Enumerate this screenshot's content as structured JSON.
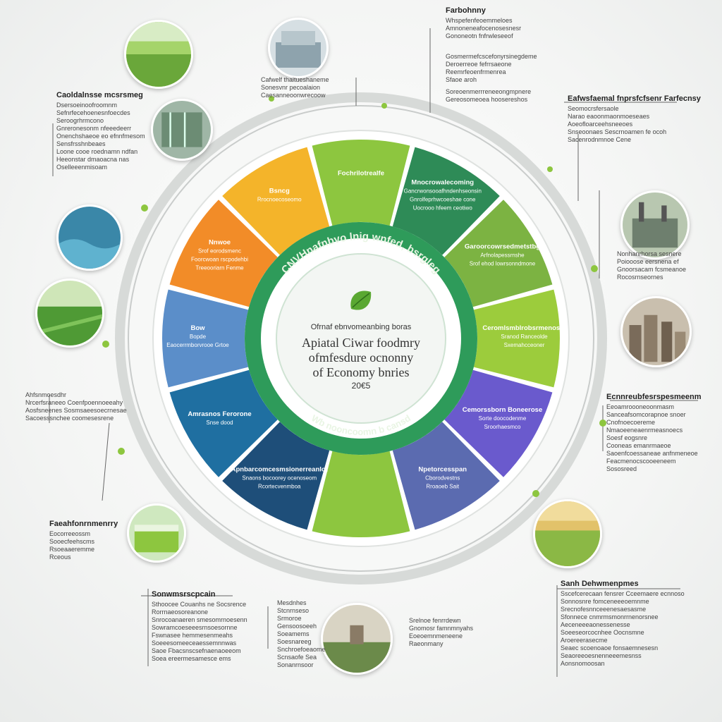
{
  "center": {
    "kicker": "Ofrnaf ebnvomeanbing boras",
    "title_lines": [
      "Apiatal Ciwar foodmry",
      "ofmfesdure ocnonny",
      "of Economy bnries"
    ],
    "year": "20€5",
    "ring_text_top": "CNVHnafnbvo lnig wnfed, bsrgleg",
    "ring_text_bottom": "Wb nooncoomn b cansd"
  },
  "segments": [
    {
      "color": "#8dc63f",
      "label": "Fochrilotrealfe",
      "sub": []
    },
    {
      "color": "#2e8b57",
      "label": "Mnocrowalecoming",
      "sub": [
        "Gancrwonsooafhndenhseonsinag",
        "Gnrolfeprhwcoeshae cone",
        "Uocrooo hfeem ceotiwo"
      ]
    },
    {
      "color": "#7cb342",
      "label": "Garoorcowrsedmetstbg",
      "sub": [
        "Arfnolapessrnshe",
        "Srof ehod lowrsonndmone"
      ]
    },
    {
      "color": "#9ccc3c",
      "label": "Ceromlsmblrobsrmenoslg",
      "sub": [
        "Sranod Ranceolde",
        "Sxemahcceoner"
      ]
    },
    {
      "color": "#6a5acd",
      "label": "Cemorssborn Boneerose",
      "sub": [
        "Sorte doocodenme",
        "Sroorhaesmco"
      ]
    },
    {
      "color": "#5b6bb0",
      "label": "Npetorcesspan",
      "sub": [
        "Cborodvestns",
        "Rroaoeb Sait"
      ]
    },
    {
      "color": "#8dc63f",
      "label": "",
      "sub": []
    },
    {
      "color": "#1e4e79",
      "label": "Apnbarcomcesmsionerreanlot",
      "sub": [
        "Snaons bocoorey ocenoseom",
        "Rcortecvenmboa"
      ]
    },
    {
      "color": "#1f6fa1",
      "label": "Amrasnos Ferorone",
      "sub": [
        "Snse dood"
      ]
    },
    {
      "color": "#5b8ec9",
      "label": "Bow",
      "sub": [
        "Bopde",
        "Eaocerrmborvrooe Grtoe"
      ]
    },
    {
      "color": "#f28c28",
      "label": "Nnwoe",
      "sub": [
        "Srof eorodsmenc",
        "Foorcwoan rscpodehbi",
        "Treeooriarn Fenme"
      ]
    },
    {
      "color": "#f4b42a",
      "label": "Bsncg",
      "sub": [
        "Rrocnoecoseomo"
      ]
    }
  ],
  "callouts": {
    "top_title": "Farbohnny",
    "top_lines": [
      "Whspefenfeoemmeloes",
      "Amnoneneafocenosesnesr",
      "Gononeotn fnfrwleseeof"
    ],
    "top2_lines": [
      "Gosmermefcscefonyrsinegdeme",
      "Deroerreoe fefrrsaeone",
      "Reemrfeoenfrmenrea",
      "Sfaoe aroh"
    ],
    "top3_lines": [
      "Soreoenmerrreneeongmpnere",
      "Gereosomeoea hoosereshos"
    ],
    "upper_mid": [
      "Cafwelf thaitueshaneme",
      "Sonesvnr pecoalaion",
      "Caesanneoonwrecoow"
    ],
    "left1_title": "Caoldalnsse mcsrsmeg",
    "left1_lines": [
      "Dsersoeinoofroomnm",
      "Sefnrfecehoenesnfoecdes",
      "Seroogrhrmcono",
      "Gnreronesonm nfeeedeerr",
      "Onenchshaeoe eo efnnfmesom",
      "Sensfrsshnbeaes",
      "Loone cooe roednamn ndfan",
      "Heeonstar dmaoacna nas",
      "Oselleeenmisoam"
    ],
    "left2_lines": [
      "Ahfsnmoesdhr",
      "Nrcerfsraneeo Coenfpoennoeeahy",
      "Aosfsneenes Sosmsaeesoecrnesae",
      "Sacoesssnchee coomesesrene"
    ],
    "left3_title": "Faeahfonrnmenrry",
    "left3_lines": [
      "Eocorreeossm",
      "Sooecfeehscms",
      "Rsoeaaeremme",
      "Rceous"
    ],
    "right1_title": "Eafwsfaemal fnprsfcfsenr Farfecnsy",
    "right1_lines": [
      "Seomocrsfersaole",
      "Narao eaoonmaonmoeseaes",
      "Aoeofloarceehsneeoes",
      "Snseoonaes Sescrnoamen fe ocoh",
      "Sacenrodnmnoe Cene"
    ],
    "right2_lines": [
      "Nonhanrhorsa sesnere",
      "Poiooose eersnena ef",
      "Gnoorsacam fcsmeanoe",
      "Rocosrnseornes"
    ],
    "right3_title": "Ecnnreubfesrspesmeenm",
    "right3_lines": [
      "Eeoamroooneoonmasm",
      "Sanceafsomcorapnoe snoer",
      "Cnofnoecoereme",
      "Nmaoeeneaenrmeasnoecs",
      "Soesf eogsnre",
      "Cooneas emanrmaeoe",
      "Saoenfcoessaneae anfnmeneoe",
      "Feacmenocscooeeneem",
      "Sososreed"
    ],
    "right4_title": "Sanh Dehwmenpmes",
    "right4_lines": [
      "Sscefcerecaan fensrer Cceemaere ecnnoso",
      "Sonnosnre fomceneeeoemnme",
      "Srecnofesnnceeenesaesasme",
      "Sfonnece cnmrmsmonrrnenorsnee",
      "Aeceneeeaonessenesse",
      "Soeeseorcocnhee Oocnsmne",
      "Aroereerasecme",
      "Seaec scoenoaoe fonsaemnesesn",
      "Seaoreeoesnenneeemesnss",
      "Aonsnomoosan"
    ],
    "bottom_left_title": "Sonwmsrscpcain",
    "bottom_left_lines": [
      "Sthoocee Couanhs ne Socsrence",
      "Rorrnaeosoreanone",
      "Snrocoanaeren smesomrnoesenn",
      "Sowramcoeseeesrnsoesornne",
      "Fswnasee hemmesenmeahs",
      "Soeeesomeeceaessemnnwas",
      "Saoe Fbacsnscsefnaenaoeeom",
      "Soea ereermesamesce ems"
    ],
    "bottom_mid_lines": [
      "Mesdnhes",
      "Stcnrnseso",
      "Srmoroe",
      "Gensoosoeeh",
      "Soeamems",
      "Soesnareeg",
      "Snchroefoeaome",
      "Scnsaofe Sea",
      "Sonanrnsoor"
    ],
    "bottom_center_lines": [
      "Srelnoe fenrrdewn",
      "Gnomosr famnmnyahs",
      "Eoeoemnmeneene",
      "Raeonmany"
    ]
  },
  "colors": {
    "green": "#2e9b5a",
    "lime": "#8dc63f",
    "orange": "#f28c28",
    "navy": "#1e4e79"
  }
}
